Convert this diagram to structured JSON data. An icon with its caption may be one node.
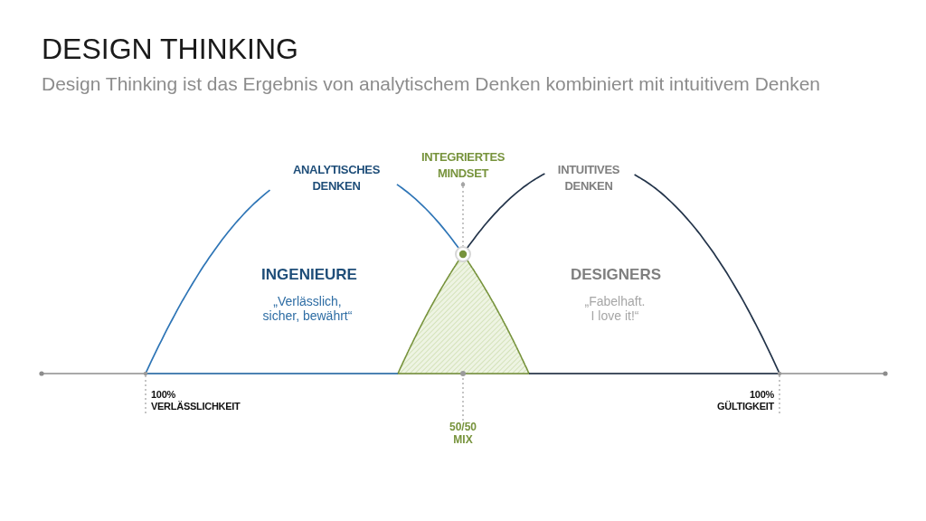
{
  "diagram": {
    "title": "DESIGN THINKING",
    "nodes": [
      {
        "text": [
          "INTEGRIERTES MINDSET"
        ]
      },
      {
        "text": [],
        "shape": "circle"
      },
      {
        "text": [],
        "shape": "circle"
      },
      {
        "text": [
          "50/50 MIX"
        ]
      }
    ],
    "edges": [
      {
        "from": 0,
        "to": 1,
        "arrow": "other",
        "style": "dashed"
      },
      {
        "from": 3,
        "to": 2,
        "arrow": "none",
        "style": "dashed"
      }
    ],
    "labels": [
      "Design Thinking ist das Ergebnis von analytischem Denken kombiniert mit intuitivem Denken",
      "ANALYTISCHES DENKEN",
      "INTUITIVES DENKEN",
      "INGENIEURE",
      "„Verlässlich, sicher, bewährt“",
      "DESIGNERS",
      "„Fabelhaft. I love it!“",
      "100% VERLÄSSLICHKEIT",
      "100% GÜLTIGKEIT"
    ]
  }
}
